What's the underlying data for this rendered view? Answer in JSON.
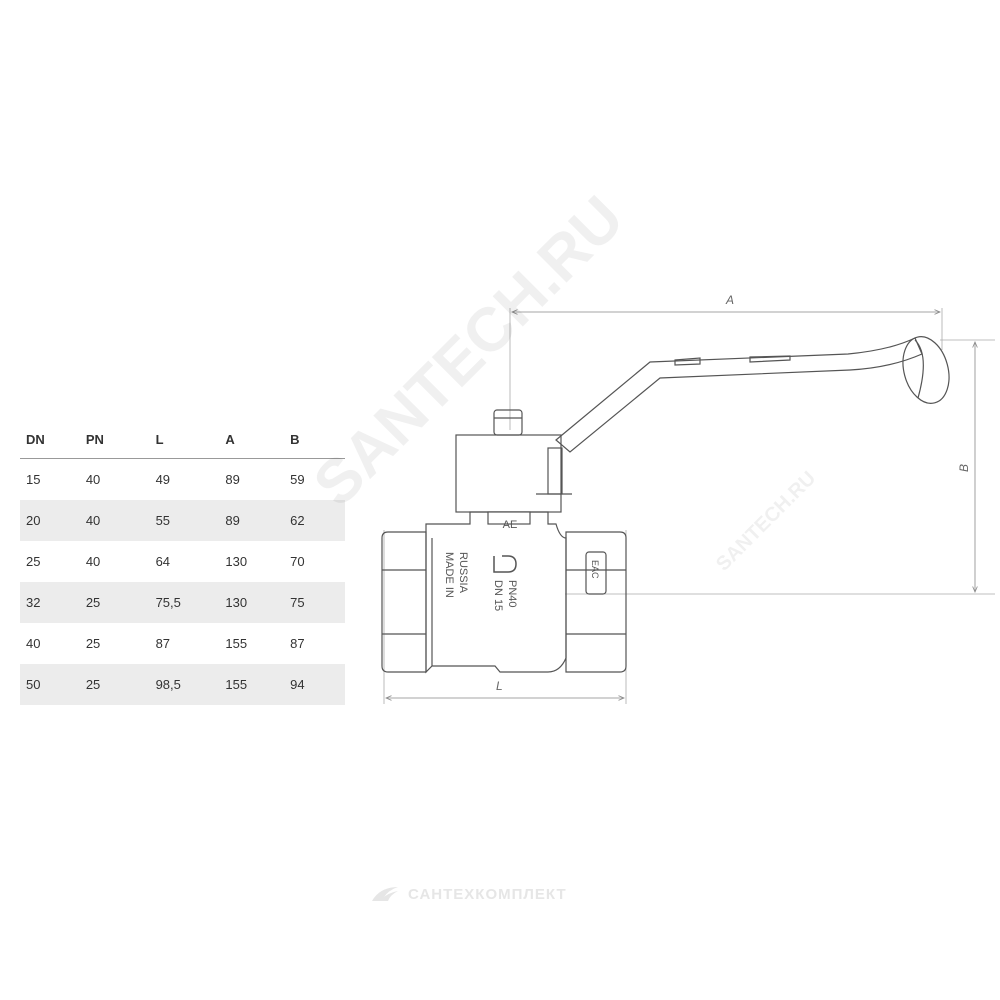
{
  "table": {
    "headers": [
      "DN",
      "PN",
      "L",
      "A",
      "B"
    ],
    "rows": [
      [
        "15",
        "40",
        "49",
        "89",
        "59"
      ],
      [
        "20",
        "40",
        "55",
        "89",
        "62"
      ],
      [
        "25",
        "40",
        "64",
        "130",
        "70"
      ],
      [
        "32",
        "25",
        "75,5",
        "130",
        "75"
      ],
      [
        "40",
        "25",
        "87",
        "155",
        "87"
      ],
      [
        "50",
        "25",
        "98,5",
        "155",
        "94"
      ]
    ]
  },
  "drawing": {
    "dim_a": "A",
    "dim_b": "B",
    "dim_l": "L",
    "body_marking_1": "MADE IN",
    "body_marking_2": "RUSSIA",
    "size_marking_1": "DN 15",
    "size_marking_2": "PN40",
    "cert_mark": "EAC",
    "stem_mark": "AE"
  },
  "watermark": {
    "main": "SANTECH.RU",
    "small": "SANTECH.RU",
    "footer": "САНТЕХКОМПЛЕКТ"
  },
  "colors": {
    "line": "#555555",
    "dim_line": "#888888",
    "row_shade": "#ececec",
    "watermark": "#e6e6e6"
  }
}
